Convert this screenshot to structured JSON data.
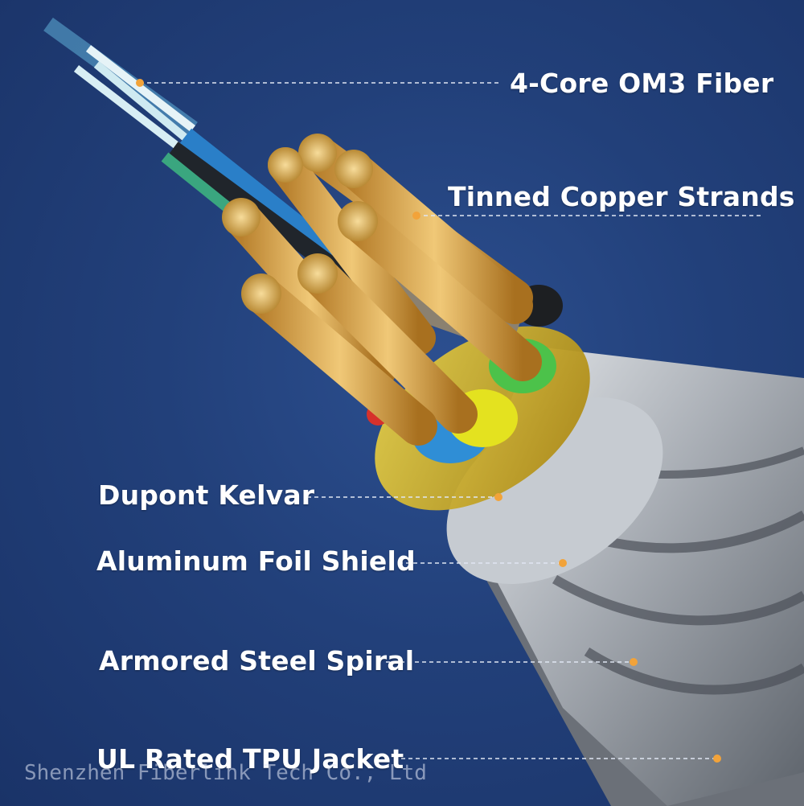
{
  "labels": {
    "fiber": "4-Core OM3 Fiber",
    "copper": "Tinned Copper Strands",
    "kevlar": "Dupont Kelvar",
    "foil": "Aluminum Foil Shield",
    "steel": "Armored Steel Spiral",
    "jacket": "UL Rated TPU Jacket"
  },
  "watermark": "Shenzhen Fiberlink Tech Co., Ltd",
  "colors": {
    "background": "#22407a",
    "label_text": "#ffffff",
    "leader_dot": "#f2a33a",
    "copper": "#d4a24c",
    "kevlar": "#c9a21a",
    "steel": "#9aa0a8"
  }
}
